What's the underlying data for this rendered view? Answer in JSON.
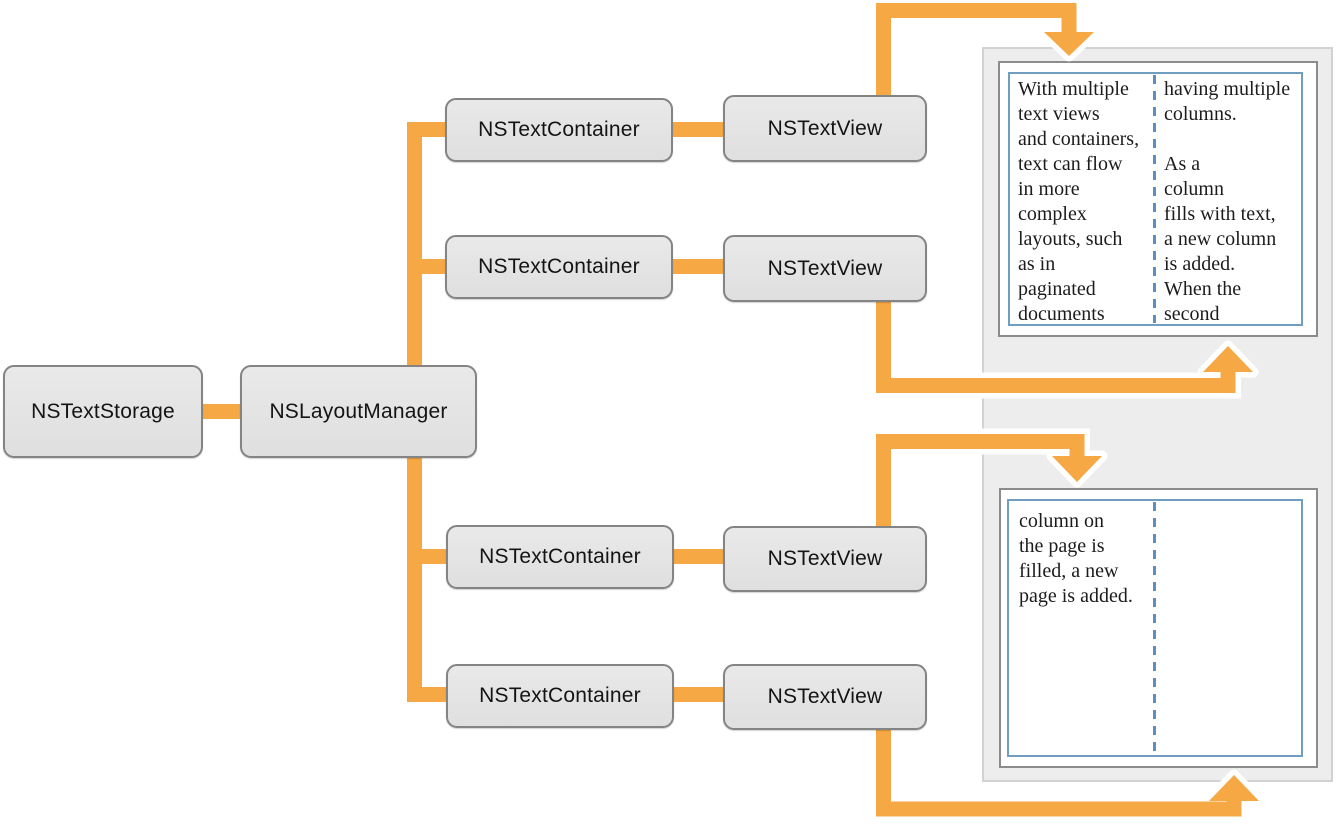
{
  "diagram": {
    "nodes": {
      "text_storage": "NSTextStorage",
      "layout_manager": "NSLayoutManager",
      "text_container": "NSTextContainer",
      "text_view": "NSTextView"
    },
    "pages": {
      "page1": {
        "left_column_lines": [
          "With multiple",
          "text views",
          "and containers,",
          "text can flow",
          "in more",
          "complex",
          "layouts, such",
          "as in",
          "paginated",
          "documents"
        ],
        "right_column_lines": [
          "having multiple",
          "columns.",
          "",
          "As a",
          "column",
          "fills with text,",
          "a new column",
          "is added.",
          "When the",
          "second"
        ]
      },
      "page2": {
        "left_column_lines": [
          "column on",
          "the page is",
          "filled, a new",
          "page is added."
        ],
        "right_column_lines": []
      }
    },
    "colors": {
      "connector_orange": "#f5a843",
      "connector_casing": "#ffffff",
      "node_fill": "#e4e4e4",
      "node_border": "#848484",
      "panel_fill": "#ededed",
      "panel_border": "#d2d2d2",
      "page_border": "#8c8c8c",
      "text_frame_blue": "#6f9ec0",
      "column_divider_blue": "#5b90c0"
    }
  }
}
